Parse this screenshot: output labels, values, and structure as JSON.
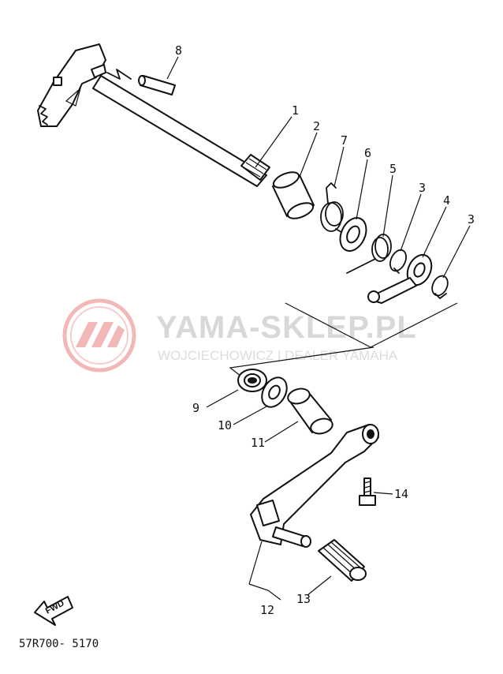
{
  "diagram": {
    "part_labels": [
      "1",
      "2",
      "3",
      "3",
      "4",
      "5",
      "6",
      "7",
      "8",
      "9",
      "10",
      "11",
      "12",
      "13",
      "14"
    ],
    "direction_badge": "FWD",
    "catalog_code": "57R700- 5170"
  },
  "watermark": {
    "title": "YAMA-SKLEP.PL",
    "subtitle": "WOJCIECHOWICZ | DEALER YAMAHA",
    "logo_color": "#f2b8b8",
    "text_color": "#d8d8d8"
  }
}
